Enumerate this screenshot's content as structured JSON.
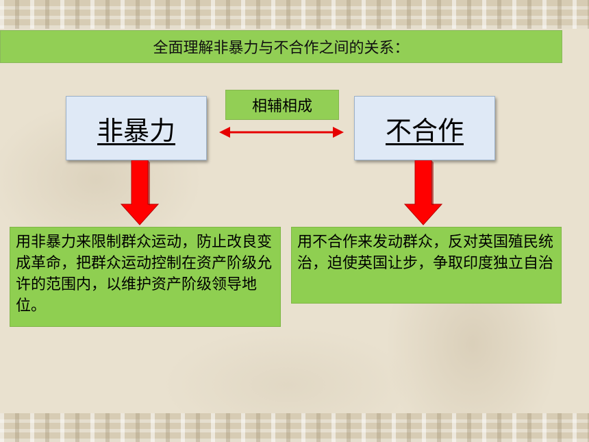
{
  "title": "全面理解非暴力与不合作之间的关系：",
  "left_concept": "非暴力",
  "right_concept": "不合作",
  "relation": "相辅相成",
  "left_description": "用非暴力来限制群众运动，防止改良变成革命，把群众运动控制在资产阶级允许的范围内，以维护资产阶级领导地位。",
  "right_description": "用不合作来发动群众，反对英国殖民统治，迫使英国让步，争取印度独立自治",
  "colors": {
    "green": "#92cf55",
    "box_blue": "#dfe9f6",
    "arrow_red": "#ff0000"
  }
}
